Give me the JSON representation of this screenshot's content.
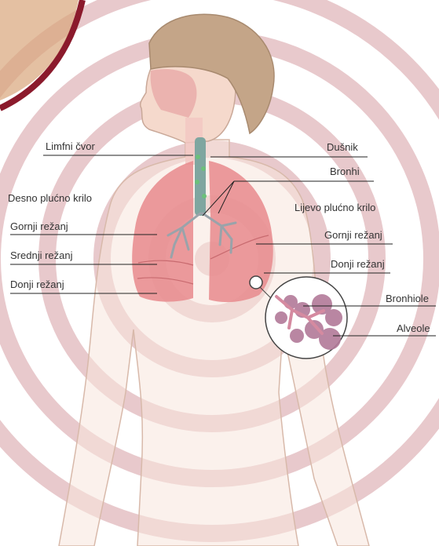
{
  "labels": {
    "lymph_node": "Limfni čvor",
    "trachea": "Dušnik",
    "bronchi": "Bronhi",
    "right_lung": "Desno plućno krilo",
    "left_lung": "Lijevo plućno krilo",
    "right_upper_lobe": "Gornji režanj",
    "right_middle_lobe": "Srednji režanj",
    "right_lower_lobe": "Donji režanj",
    "left_upper_lobe": "Gornji režanj",
    "left_lower_lobe": "Donji režanj",
    "bronchioles": "Bronhiole",
    "alveoli": "Alveole"
  },
  "colors": {
    "target_rings": "#e8c9cc",
    "lung_fill": "#e7898d",
    "skin": "#f7e6dc",
    "hair": "#c4a588",
    "accent_arc": "#8b1a2c",
    "alveoli": "#b27a99",
    "leader_lines": "#222222"
  }
}
